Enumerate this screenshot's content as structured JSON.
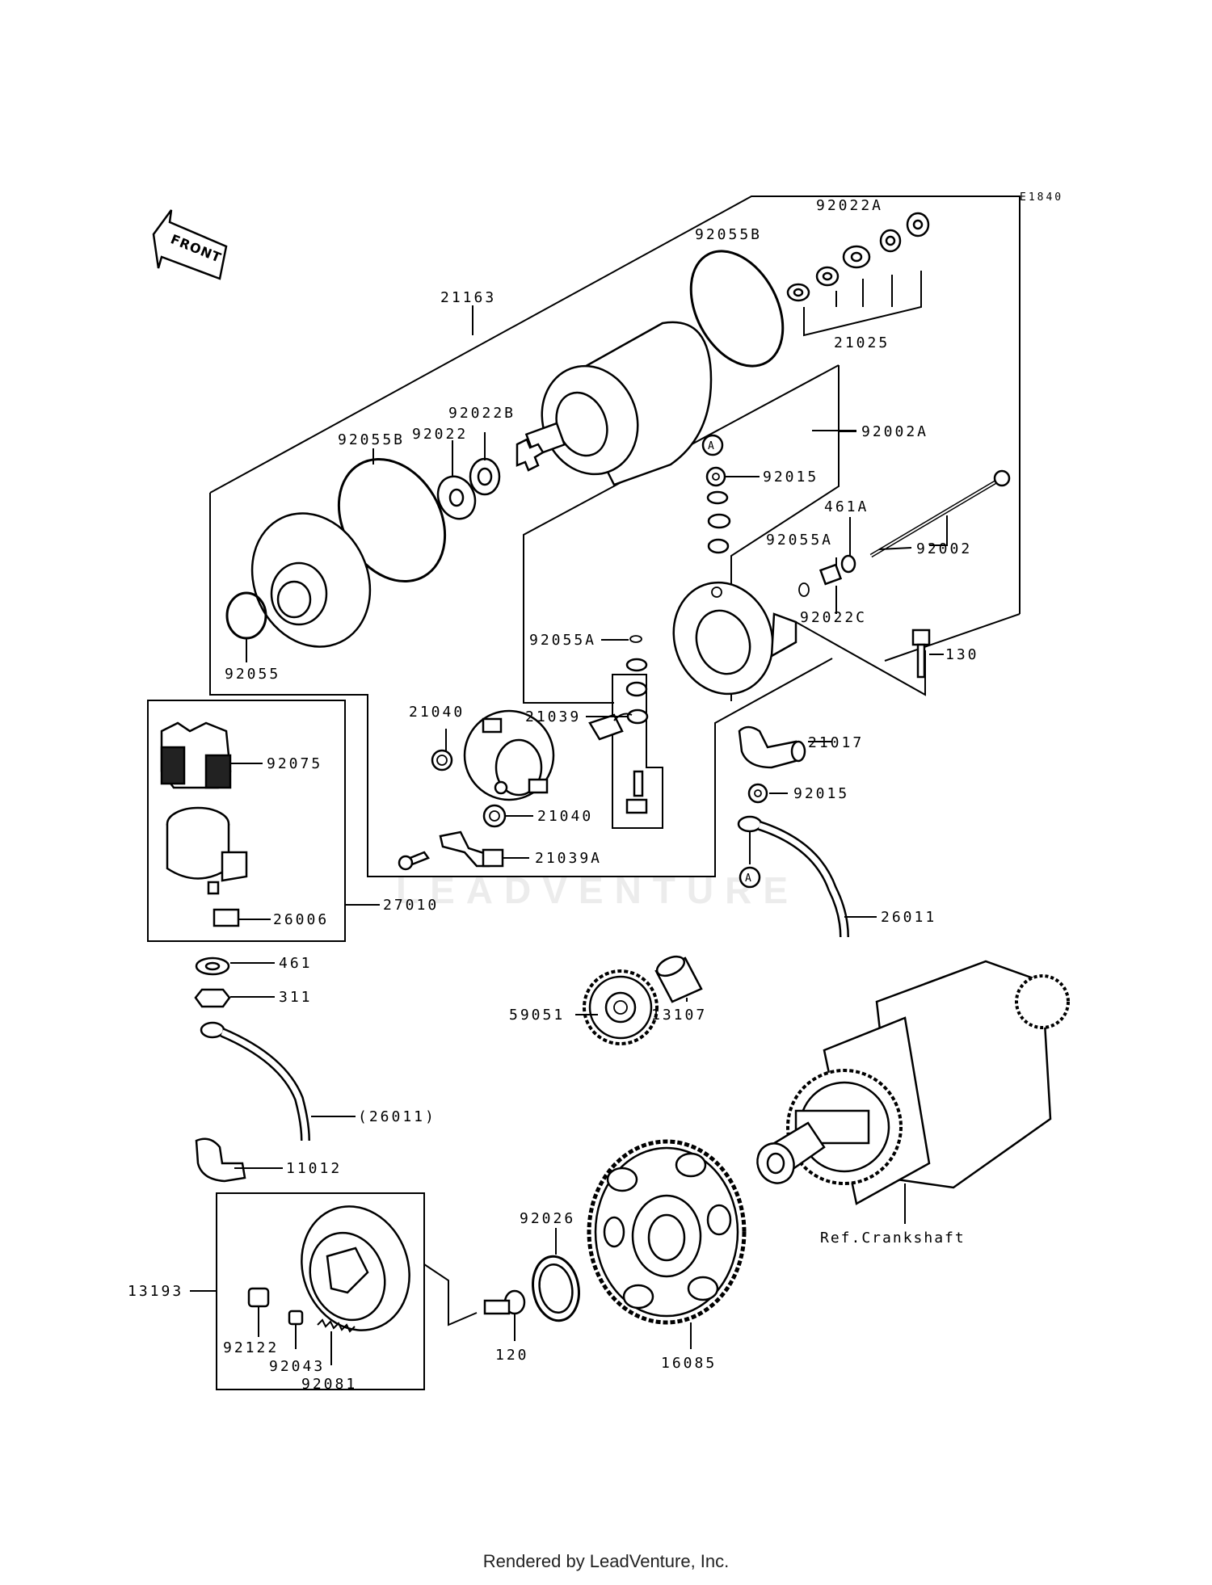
{
  "diagram_code": "E1840",
  "front_label": "FRONT",
  "watermark": "LEADVENTURE",
  "footer": "Rendered by LeadVenture, Inc.",
  "callouts": {
    "p92022A": "92022A",
    "p92055B_top": "92055B",
    "p21163": "21163",
    "p21025": "21025",
    "p92002A": "92002A",
    "p92022B": "92022B",
    "p92055B_left": "92055B",
    "p92022": "92022",
    "p92015_top": "92015",
    "p461A": "461A",
    "p92055A_right": "92055A",
    "p92002": "92002",
    "p92022C": "92022C",
    "p92055": "92055",
    "p92055A_left": "92055A",
    "p130": "130",
    "p21040_top": "21040",
    "p21039": "21039",
    "p21017": "21017",
    "p92075": "92075",
    "p92015_mid": "92015",
    "p21040_bottom": "21040",
    "p21039A": "21039A",
    "p26011": "26011",
    "p27010": "27010",
    "p26006": "26006",
    "p461": "461",
    "p311": "311",
    "p59051": "59051",
    "p13107": "13107",
    "p26011_ref": "(26011)",
    "p11012": "11012",
    "p92026": "92026",
    "p13193": "13193",
    "p92122": "92122",
    "p92043": "92043",
    "p92081": "92081",
    "p120": "120",
    "p16085": "16085",
    "ref_crankshaft": "Ref.Crankshaft",
    "marker_a_top": "A",
    "marker_a_bottom": "A"
  },
  "icons": [
    "front-arrow-icon",
    "starter-motor-icon",
    "starter-relay-icon",
    "crankshaft-icon",
    "gear-icon",
    "starter-clutch-icon"
  ]
}
